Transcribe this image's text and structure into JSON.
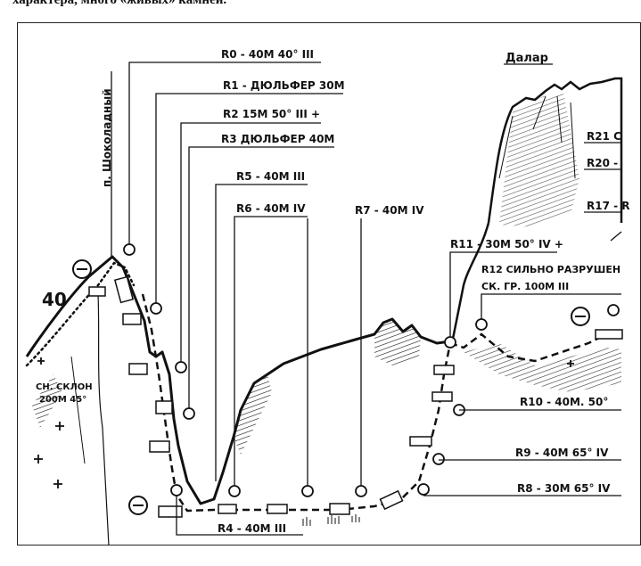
{
  "header_text": "характера, много «живых» камней.",
  "labels": {
    "route_name": "п. Шоколадный",
    "peak_name": "Далар",
    "height": "40",
    "slope": [
      "СН. СКЛОН",
      "200М 45°"
    ],
    "r0": "R0 - 40М 40° III",
    "r1": "R1 - ДЮЛЬФЕР 30М",
    "r2": "R2 15М 50° III +",
    "r3": "R3 ДЮЛЬФЕР 40М",
    "r5": "R5 - 40М III",
    "r6": "R6 - 40М IV",
    "r7": "R7 - 40М IV",
    "r11": "R11 - 30М 50° IV +",
    "r12": [
      "R12 СИЛЬНО РАЗРУШЕН",
      "СК. ГР. 100М III"
    ],
    "r21": "R21 С",
    "r20": "R20 -",
    "r17": "R17 - R",
    "r10": "R10 - 40М. 50°",
    "r9": "R9 - 40М 65° IV",
    "r8": "R8 - 30М 65° IV",
    "r4": "R4 - 40М III"
  }
}
